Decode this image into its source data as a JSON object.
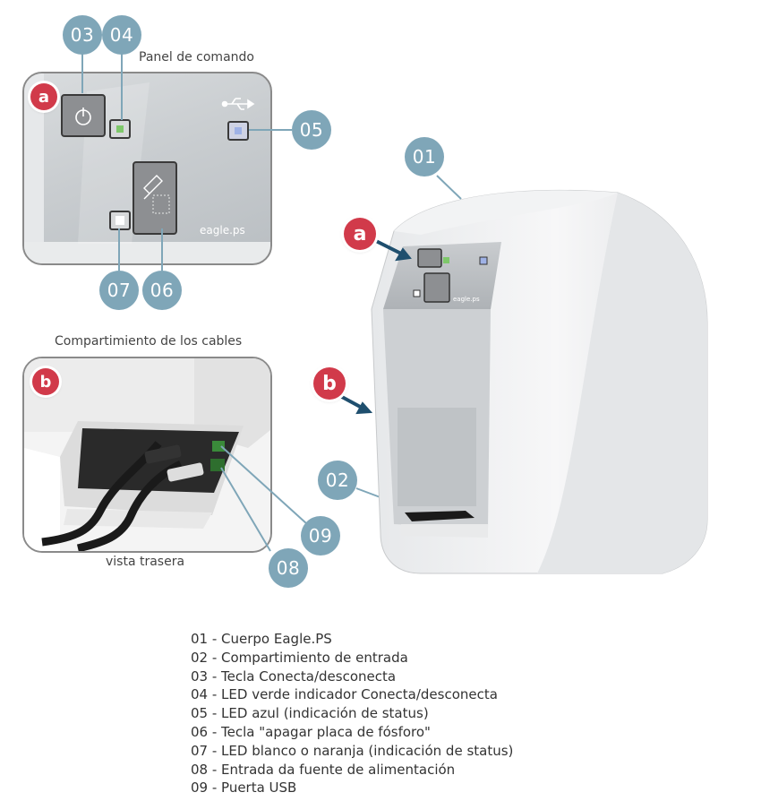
{
  "colors": {
    "callout": "#7fa6b8",
    "marker": "#d13a4a",
    "arrow": "#1f4f6e",
    "green_led": "#7ec86a",
    "blue_led": "#9fb2e6"
  },
  "panel_a": {
    "title": "Panel de comando",
    "marker": "a",
    "brand": "eagle.ps"
  },
  "panel_b": {
    "title": "Compartimiento de los cables",
    "marker": "b",
    "caption": "vista trasera"
  },
  "device": {
    "marker_a": "a",
    "marker_b": "b",
    "brand": "eagle.ps"
  },
  "callouts": {
    "c01": "01",
    "c02": "02",
    "c03": "03",
    "c04": "04",
    "c05": "05",
    "c06": "06",
    "c07": "07",
    "c08": "08",
    "c09": "09"
  },
  "legend": [
    "01 - Cuerpo Eagle.PS",
    "02 - Compartimiento de entrada",
    "03 - Tecla Conecta/desconecta",
    "04 - LED verde indicador Conecta/desconecta",
    "05 - LED azul (indicación de status)",
    "06 - Tecla \"apagar placa de fósforo\"",
    "07 - LED blanco o naranja (indicación de status)",
    "08 - Entrada da fuente de alimentación",
    "09 - Puerta USB"
  ]
}
